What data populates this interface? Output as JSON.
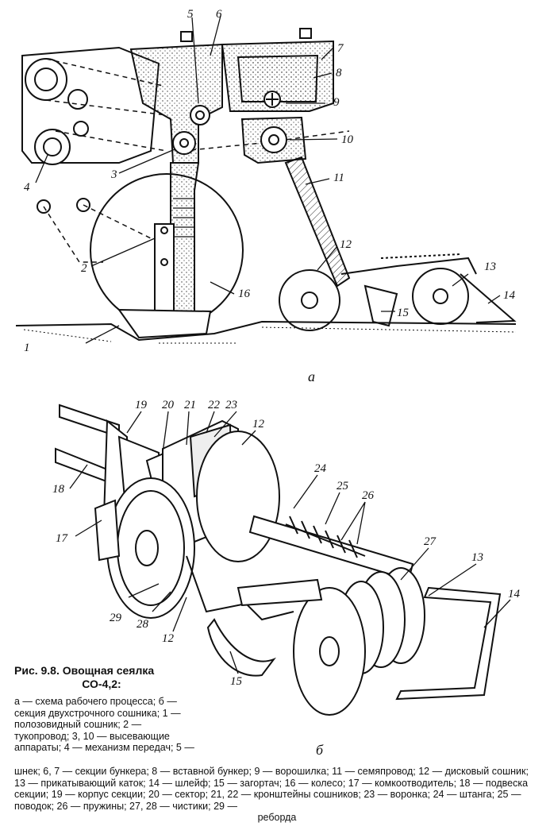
{
  "figure_a": {
    "sublabel": "а",
    "labels": [
      "1",
      "2",
      "3",
      "4",
      "5",
      "6",
      "7",
      "8",
      "9",
      "10",
      "11",
      "12",
      "13",
      "14",
      "15",
      "16"
    ]
  },
  "figure_b": {
    "sublabel": "б",
    "labels": [
      "12",
      "12",
      "13",
      "14",
      "15",
      "17",
      "18",
      "19",
      "20",
      "21",
      "22",
      "23",
      "24",
      "25",
      "26",
      "27",
      "28",
      "29"
    ]
  },
  "caption": {
    "title_line1": "Рис. 9.8. Овощная сеялка",
    "title_line2": "СО-4,2:",
    "short_text": "а — схема рабочего процесса; б — секция двухстрочного сошника; 1 — полозовидный сошник; 2 — тукопровод; 3, 10 — высевающие аппараты; 4 — механизм передач; 5 —",
    "long_text": "шнек; 6, 7 — секции бункера; 8 — вставной бункер; 9 — ворошилка; 11 — семяпровод; 12 — дисковый сошник; 13 — прикатывающий каток; 14 — шлейф; 15 — загортач; 16 — колесо; 17 — комкоотводитель; 18 — подвеска секции; 19 — корпус секции; 20 — сектор; 21, 22 — кронштейны сошников; 23 — воронка; 24 — штанга; 25 — поводок; 26 — пружины; 27, 28 — чистики; 29 —",
    "long_end": "реборда"
  }
}
